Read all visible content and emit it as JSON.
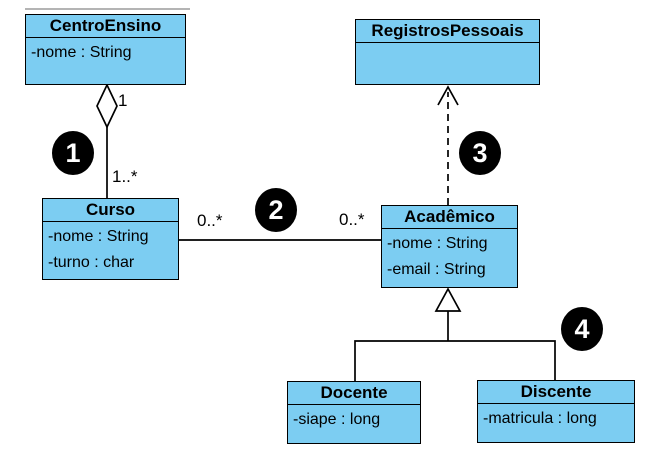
{
  "diagram": {
    "kind": "uml-class-diagram",
    "language": "pt-BR"
  },
  "colors": {
    "class_fill": "#7CCDF2",
    "line": "#000000",
    "badge_fill": "#000000",
    "badge_text": "#FFFFFF",
    "background": "#FFFFFF",
    "artifact_line": "#B4B4B4"
  },
  "classes": [
    {
      "name": "CentroEnsino",
      "attributes": [
        "-nome : String"
      ]
    },
    {
      "name": "RegistrosPessoais",
      "attributes": []
    },
    {
      "name": "Curso",
      "attributes": [
        "-nome : String",
        "-turno : char"
      ]
    },
    {
      "name": "Acadêmico",
      "attributes": [
        "-nome : String",
        "-email : String"
      ]
    },
    {
      "name": "Docente",
      "attributes": [
        "-siape : long"
      ]
    },
    {
      "name": "Discente",
      "attributes": [
        "-matricula : long"
      ]
    }
  ],
  "multiplicities": {
    "aggregation_whole_end": "1",
    "aggregation_part_end": "1..*",
    "association_curso_end": "0..*",
    "association_academico_end": "0..*"
  },
  "badges": [
    "1",
    "2",
    "3",
    "4"
  ],
  "relationships": [
    {
      "badge": "1",
      "type": "aggregation",
      "whole": "CentroEnsino",
      "part": "Curso"
    },
    {
      "badge": "2",
      "type": "association",
      "ends": [
        "Curso",
        "Acadêmico"
      ]
    },
    {
      "badge": "3",
      "type": "dependency",
      "from": "Acadêmico",
      "to": "RegistrosPessoais",
      "line_style": "dashed",
      "arrowhead": "open"
    },
    {
      "badge": "4",
      "type": "generalization",
      "parent": "Acadêmico",
      "children": [
        "Docente",
        "Discente"
      ]
    }
  ]
}
